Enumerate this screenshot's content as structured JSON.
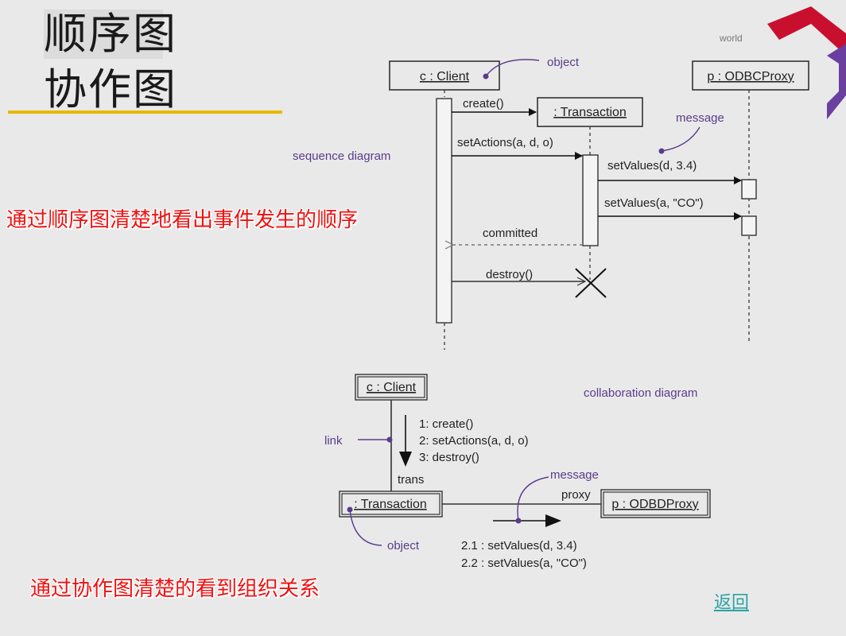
{
  "title": {
    "line1": "顺序图",
    "line2": "协作图"
  },
  "captions": {
    "sequence": "通过顺序图清楚地看出事件发生的顺序",
    "collaboration": "通过协作图清楚的看到组织关系"
  },
  "back_link": "返回",
  "logo_text": "world",
  "colors": {
    "accent_line": "#e8b800",
    "caption_red": "#ee1111",
    "note_purple": "#5a3d8a",
    "link_teal": "#2aa3a3",
    "logo_red": "#c8102e"
  },
  "sequence_diagram": {
    "label": "sequence diagram",
    "objects": {
      "client": "c : Client",
      "transaction": ": Transaction",
      "proxy": "p : ODBCProxy"
    },
    "notes": {
      "object": "object",
      "message": "message"
    },
    "messages": {
      "create": "create()",
      "set_actions": "setActions(a, d, o)",
      "set_values_1": "setValues(d, 3.4)",
      "set_values_2": "setValues(a, \"CO\")",
      "committed": "committed",
      "destroy": "destroy()"
    }
  },
  "collaboration_diagram": {
    "label": "collaboration diagram",
    "objects": {
      "client": "c : Client",
      "transaction": ": Transaction",
      "proxy": "p : ODBDProxy"
    },
    "notes": {
      "link": "link",
      "message": "message",
      "object": "object"
    },
    "roles": {
      "trans": "trans",
      "proxy": "proxy"
    },
    "messages_down": [
      "1: create()",
      "2: setActions(a, d, o)",
      "3: destroy()"
    ],
    "messages_right": [
      "2.1 : setValues(d, 3.4)",
      "2.2 : setValues(a, \"CO\")"
    ]
  }
}
